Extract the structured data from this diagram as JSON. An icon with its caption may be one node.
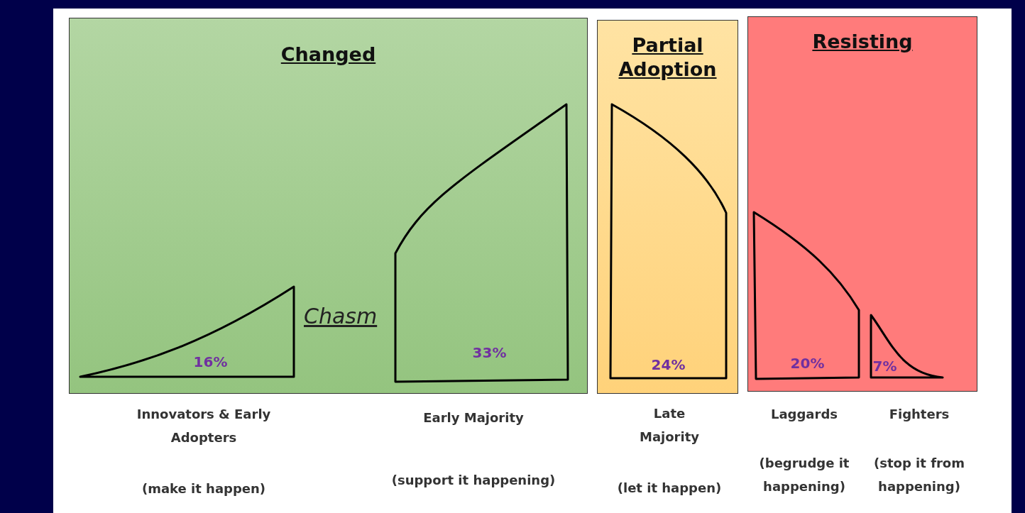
{
  "diagram": {
    "nodes": [
      {
        "text": [
          "Changed"
        ]
      },
      {
        "text": [
          "16%"
        ],
        "in": 0,
        "beside": [
          "Innovators & Early Adopters",
          "(make it happen)"
        ]
      },
      {
        "text": [
          "33%"
        ],
        "in": 0,
        "beside": [
          "Early Majority",
          "(support it happening)"
        ]
      },
      {
        "text": [
          "Partial Adoption"
        ]
      },
      {
        "text": [
          "24%"
        ],
        "in": 3,
        "beside": [
          "Late Majority",
          "(let it happen)"
        ]
      },
      {
        "text": [
          "Resisting"
        ]
      },
      {
        "text": [
          "20%"
        ],
        "in": 5,
        "beside": [
          "Laggards",
          "(begrudge it happening)"
        ]
      },
      {
        "text": [
          "7%"
        ],
        "in": 5,
        "beside": [
          "Fighters",
          "(stop it from happening)"
        ]
      }
    ],
    "labels": [
      "Chasm"
    ]
  }
}
